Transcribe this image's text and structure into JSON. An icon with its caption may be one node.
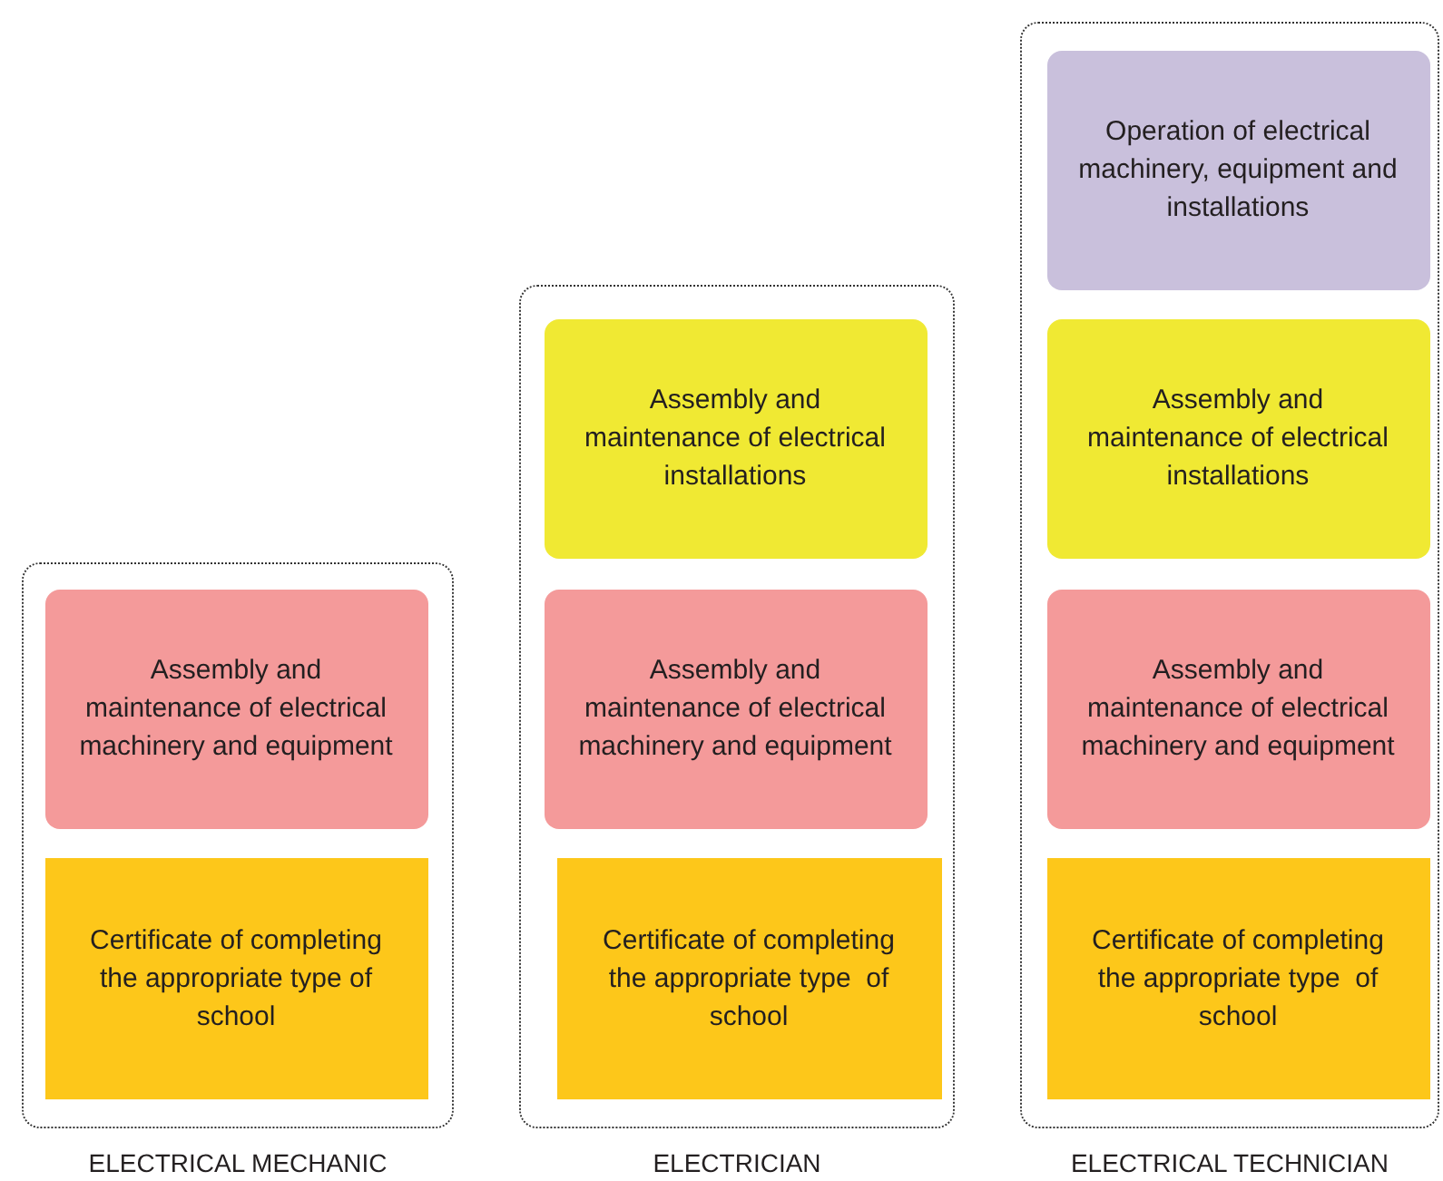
{
  "diagram": {
    "nodes": [
      {
        "text": [
          "ELECTRICAL MECHANIC"
        ]
      },
      {
        "text": [
          "Assembly and maintenance of electrical machinery and equipment"
        ],
        "in": 0
      },
      {
        "text": [
          "Certificate of completing the appropriate type of school"
        ],
        "in": 0
      },
      {
        "text": [
          "ELECTRICIAN"
        ]
      },
      {
        "text": [
          "Assembly and maintenance of electrical installations"
        ],
        "in": 3
      },
      {
        "text": [
          "Assembly and maintenance of electrical machinery and equipment"
        ],
        "in": 3
      },
      {
        "text": [
          "Certificate of completing the appropriate type  of school"
        ],
        "in": 3
      },
      {
        "text": [
          "ELECTRICAL TECHNICIAN"
        ]
      },
      {
        "text": [
          "Operation of electrical machinery, equipment and installations"
        ],
        "in": 7
      },
      {
        "text": [
          "Assembly and maintenance of electrical installations"
        ],
        "in": 7
      },
      {
        "text": [
          "Assembly and maintenance of electrical machinery and equipment"
        ],
        "in": 7
      },
      {
        "text": [
          "Certificate of completing the appropriate type  of school"
        ],
        "in": 7
      }
    ]
  }
}
